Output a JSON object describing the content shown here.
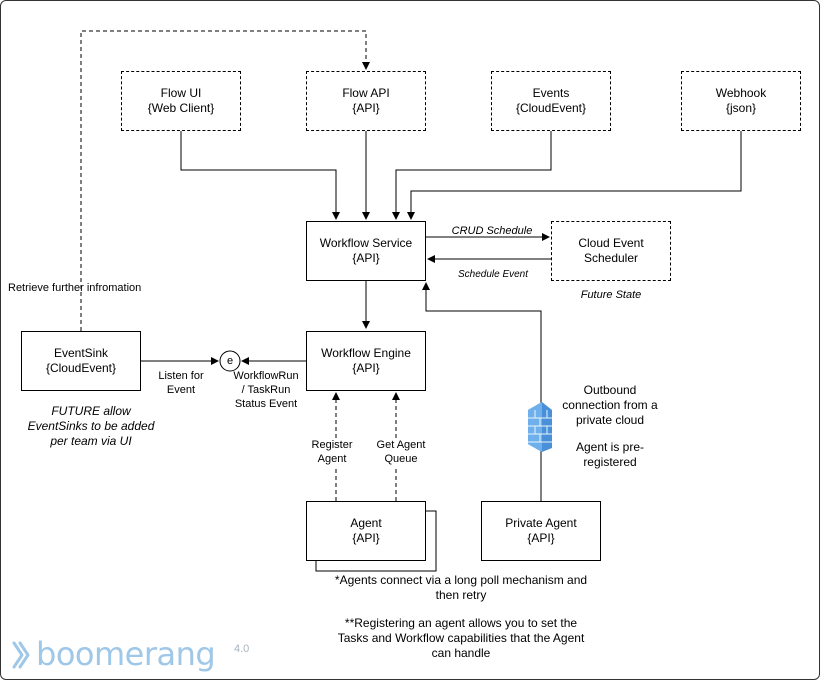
{
  "nodes": {
    "flow_ui": {
      "title": "Flow UI",
      "sub": "{Web Client}"
    },
    "flow_api": {
      "title": "Flow API",
      "sub": "{API}"
    },
    "events": {
      "title": "Events",
      "sub": "{CloudEvent}"
    },
    "webhook": {
      "title": "Webhook",
      "sub": "{json}"
    },
    "workflow_service": {
      "title": "Workflow Service",
      "sub": "{API}"
    },
    "cloud_event_scheduler": {
      "title": "Cloud Event",
      "sub": "Scheduler"
    },
    "eventsink": {
      "title": "EventSink",
      "sub": "{CloudEvent}"
    },
    "workflow_engine": {
      "title": "Workflow Engine",
      "sub": "{API}"
    },
    "agent": {
      "title": "Agent",
      "sub": "{API}"
    },
    "private_agent": {
      "title": "Private Agent",
      "sub": "{API}"
    },
    "event_node": "e"
  },
  "labels": {
    "crud_schedule": "CRUD Schedule",
    "schedule_event": "Schedule Event",
    "future_state": "Future State",
    "retrieve": "Retrieve further infromation",
    "listen_1": "Listen for",
    "listen_2": "Event",
    "status_1": "WorkflowRun",
    "status_2": "/ TaskRun",
    "status_3": "Status Event",
    "register_1": "Register",
    "register_2": "Agent",
    "queue_1": "Get Agent",
    "queue_2": "Queue",
    "future_1": "FUTURE allow",
    "future_2": "EventSinks to be added",
    "future_3": "per team via UI",
    "outbound_1": "Outbound",
    "outbound_2": "connection from a",
    "outbound_3": "private cloud",
    "prereg_1": "Agent is pre-",
    "prereg_2": "registered"
  },
  "notes": {
    "poll_1": "*Agents connect via a long poll mechanism and",
    "poll_2": "then retry",
    "reg_1": "**Registering an agent allows you to set the",
    "reg_2": "Tasks and Workflow capabilities that the Agent",
    "reg_3": "can handle"
  },
  "brand": {
    "name": "boomerang",
    "version": "4.0",
    "color": "#9fc7e8"
  }
}
